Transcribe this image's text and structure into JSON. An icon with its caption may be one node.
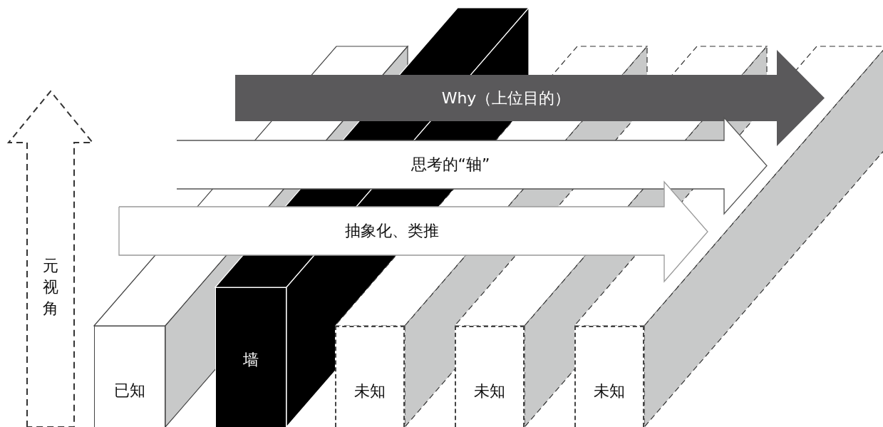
{
  "diagram": {
    "nodes": [
      {
        "text": [
          "元视角"
        ]
      },
      {
        "text": [
          "Why（上位目的）"
        ]
      },
      {
        "text": [
          "思考的“轴”"
        ]
      },
      {
        "text": [
          "抽象化、类推"
        ]
      },
      {
        "text": [
          "已知"
        ]
      },
      {
        "text": [
          "墙"
        ]
      },
      {
        "text": [
          "未知"
        ]
      },
      {
        "text": [
          "未知"
        ]
      },
      {
        "text": [
          "未知"
        ]
      }
    ]
  }
}
